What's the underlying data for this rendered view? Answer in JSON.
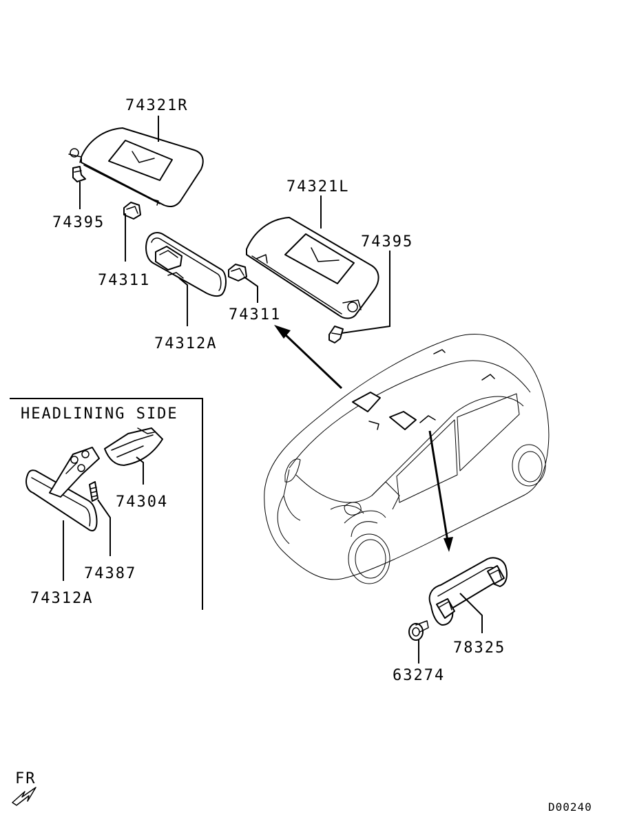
{
  "labels": {
    "p_74321R": "74321R",
    "p_74321L": "74321L",
    "p_74395_a": "74395",
    "p_74395_b": "74395",
    "p_74311_a": "74311",
    "p_74311_b": "74311",
    "p_74312A_a": "74312A",
    "p_74312A_b": "74312A",
    "p_74304": "74304",
    "p_74387": "74387",
    "p_78325": "78325",
    "p_63274": "63274"
  },
  "inset_title": "HEADLINING SIDE",
  "front_marker": "FR",
  "diagram_code": "D00240"
}
